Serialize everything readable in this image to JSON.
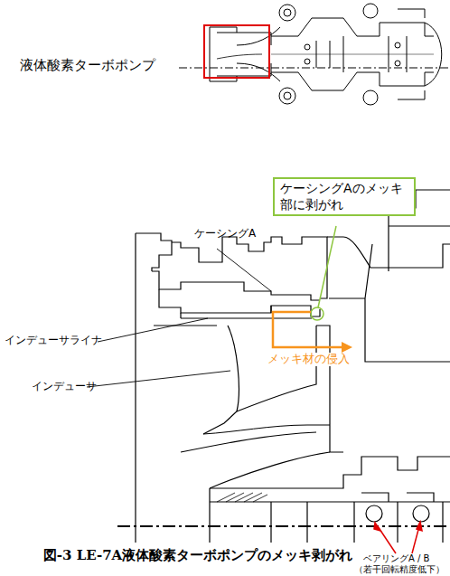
{
  "diagram": {
    "caption": "図-3 LE-7A液体酸素ターボポンプのメッキ剥がれ",
    "nodes": [
      {
        "text": [
          "ケーシングAのメッキ部に剥がれ"
        ]
      }
    ],
    "labels": [
      "液体酸素ターボポンプ",
      "ケーシングA",
      "インデューサライナ",
      "インデューサ",
      "メッキ材の侵入",
      "ベアリングA / B",
      "（若干回転精度低下）"
    ]
  }
}
